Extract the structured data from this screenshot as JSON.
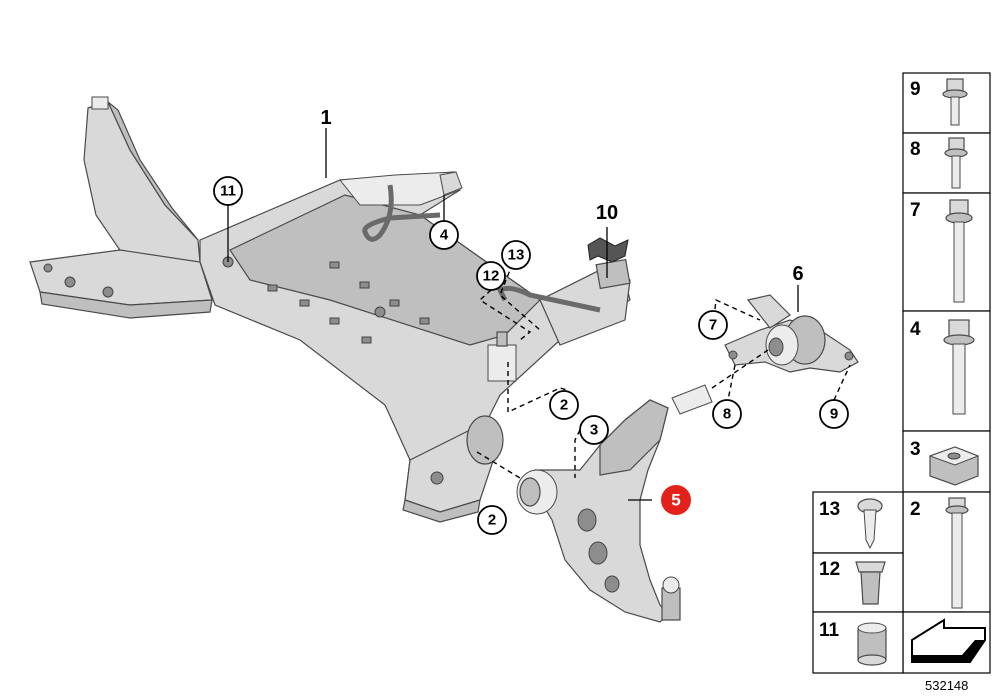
{
  "callouts": {
    "c1": "1",
    "c11": "11",
    "c4": "4",
    "c10": "10",
    "c13": "13",
    "c12": "12",
    "c6": "6",
    "c7": "7",
    "c2a": "2",
    "c3": "3",
    "c8": "8",
    "c9": "9",
    "c5": "5",
    "c2b": "2"
  },
  "highlight_color": "#e3211b",
  "parts_table": {
    "cells": [
      {
        "label": "9",
        "icon": "hex-flange-bolt-short-icon"
      },
      {
        "label": "8",
        "icon": "hex-flange-bolt-medium-icon"
      },
      {
        "label": "7",
        "icon": "hex-flange-bolt-long-icon"
      },
      {
        "label": "4",
        "icon": "hex-flange-bolt-icon"
      },
      {
        "label": "3",
        "icon": "square-nut-icon"
      },
      {
        "label": "2",
        "icon": "long-bolt-icon"
      },
      {
        "label": "13",
        "icon": "torx-screw-icon"
      },
      {
        "label": "12",
        "icon": "expanding-nut-icon"
      },
      {
        "label": "11",
        "icon": "bushing-sleeve-icon"
      }
    ]
  },
  "reference_number": "532148"
}
